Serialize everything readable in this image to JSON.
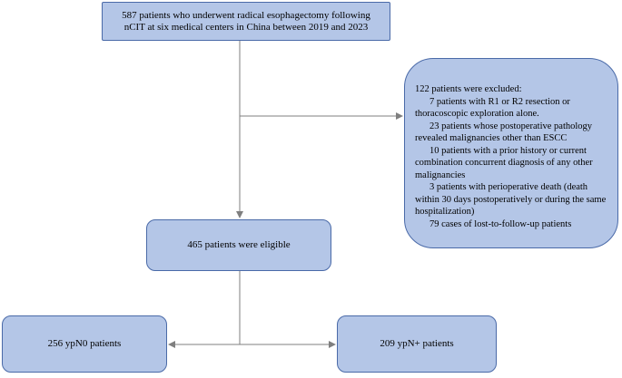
{
  "flowchart": {
    "enrolled": {
      "line1": "587 patients who underwent radical esophagectomy following",
      "line2": "nCIT at six medical centers in China between 2019 and 2023"
    },
    "excluded": {
      "heading": "122 patients were excluded:",
      "items": [
        "7 patients with R1 or R2 resection or thoracoscopic exploration alone.",
        "23 patients whose postoperative pathology revealed malignancies other than ESCC",
        "10 patients with a prior history or current combination concurrent diagnosis of any other malignancies",
        "3 patients with perioperative death (death within 30 days postoperatively or during the same hospitalization)",
        "79 cases of lost-to-follow-up patients"
      ]
    },
    "eligible": {
      "label": "465 patients were eligible"
    },
    "ypn0": {
      "label": "256 ypN0 patients"
    },
    "ypnplus": {
      "label": "209 ypN+ patients"
    }
  },
  "colors": {
    "box_fill": "#b4c6e7",
    "box_border": "#4a6aa8",
    "arrow": "#7f7f7f"
  }
}
